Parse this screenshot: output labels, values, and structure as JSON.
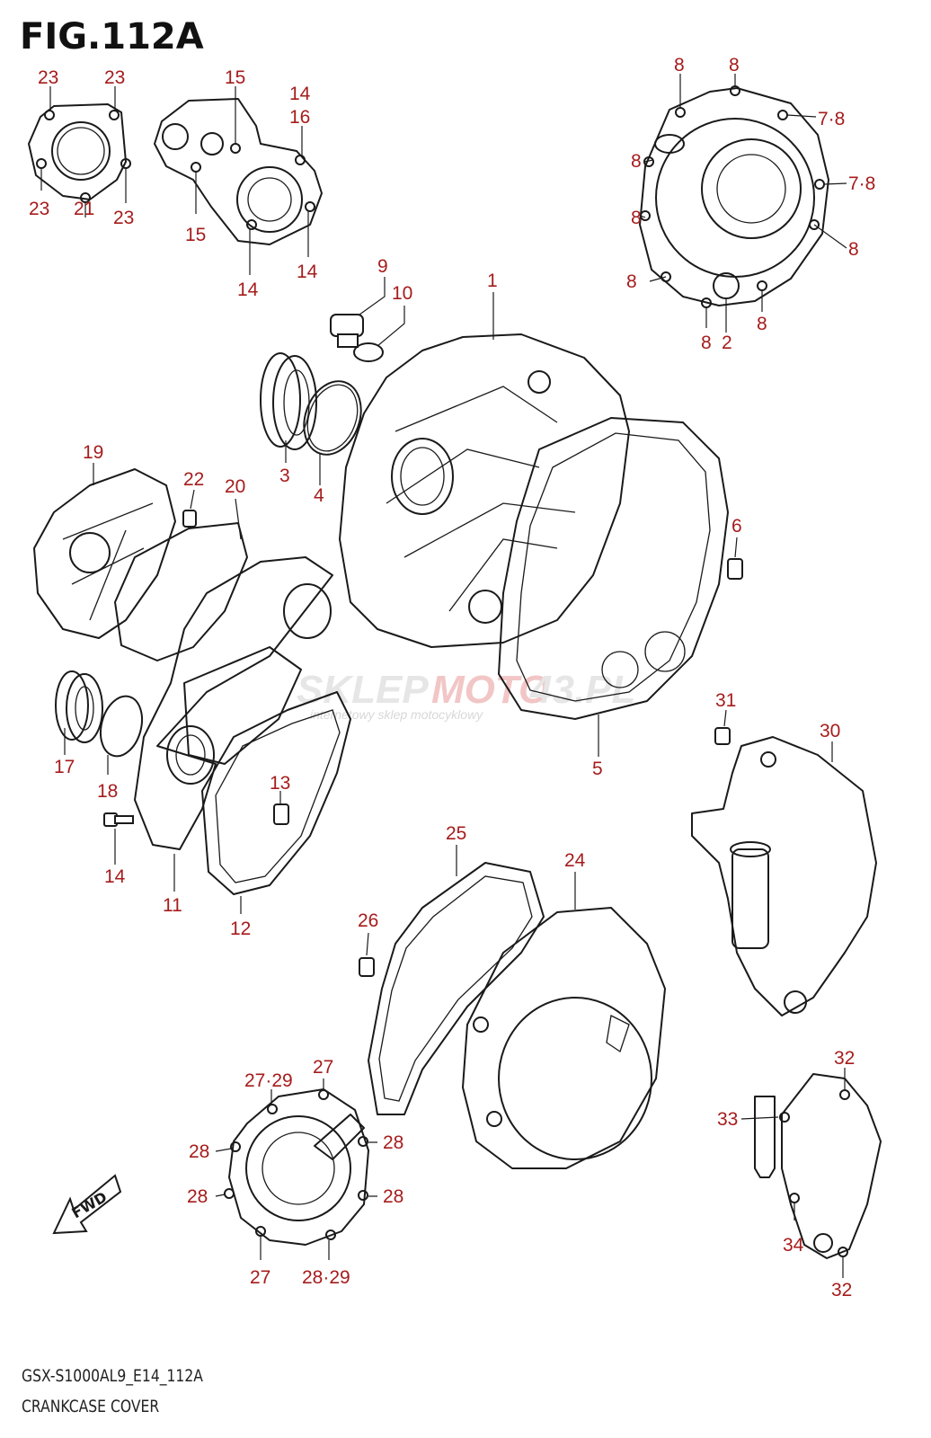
{
  "figure": {
    "title": "FIG.112A",
    "model_code": "GSX-S1000AL9_E14_112A",
    "section_name": "CRANKCASE COVER",
    "fwd_label": "FWD"
  },
  "watermark": {
    "text_a": "SKLEP",
    "text_b": "MOTO",
    "text_c": "43.PL",
    "subtitle": "internetowy sklep motocyklowy"
  },
  "callouts": {
    "c23a": "23",
    "c23b": "23",
    "c23c": "23",
    "c23d": "23",
    "c21": "21",
    "c15a": "15",
    "c15b": "15",
    "c14a": "14",
    "c16": "16",
    "c14b": "14",
    "c14c": "14",
    "c8a": "8",
    "c8b": "8",
    "c78a": "7·8",
    "c8c": "8",
    "c78b": "7·8",
    "c8d": "8",
    "c8e": "8",
    "c8f": "8",
    "c8g": "8",
    "c8h": "8",
    "c2": "2",
    "c9": "9",
    "c10": "10",
    "c1": "1",
    "c3": "3",
    "c4": "4",
    "c19": "19",
    "c22": "22",
    "c20": "20",
    "c6": "6",
    "c5": "5",
    "c17": "17",
    "c18": "18",
    "c14d": "14",
    "c13": "13",
    "c11": "11",
    "c12": "12",
    "c31": "31",
    "c30": "30",
    "c25": "25",
    "c24": "24",
    "c26": "26",
    "c2729": "27·29",
    "c27a": "27",
    "c28a": "28",
    "c28b": "28",
    "c28c": "28",
    "c28d": "28",
    "c27b": "27",
    "c2829": "28·29",
    "c32a": "32",
    "c33": "33",
    "c34": "34",
    "c32b": "32"
  }
}
